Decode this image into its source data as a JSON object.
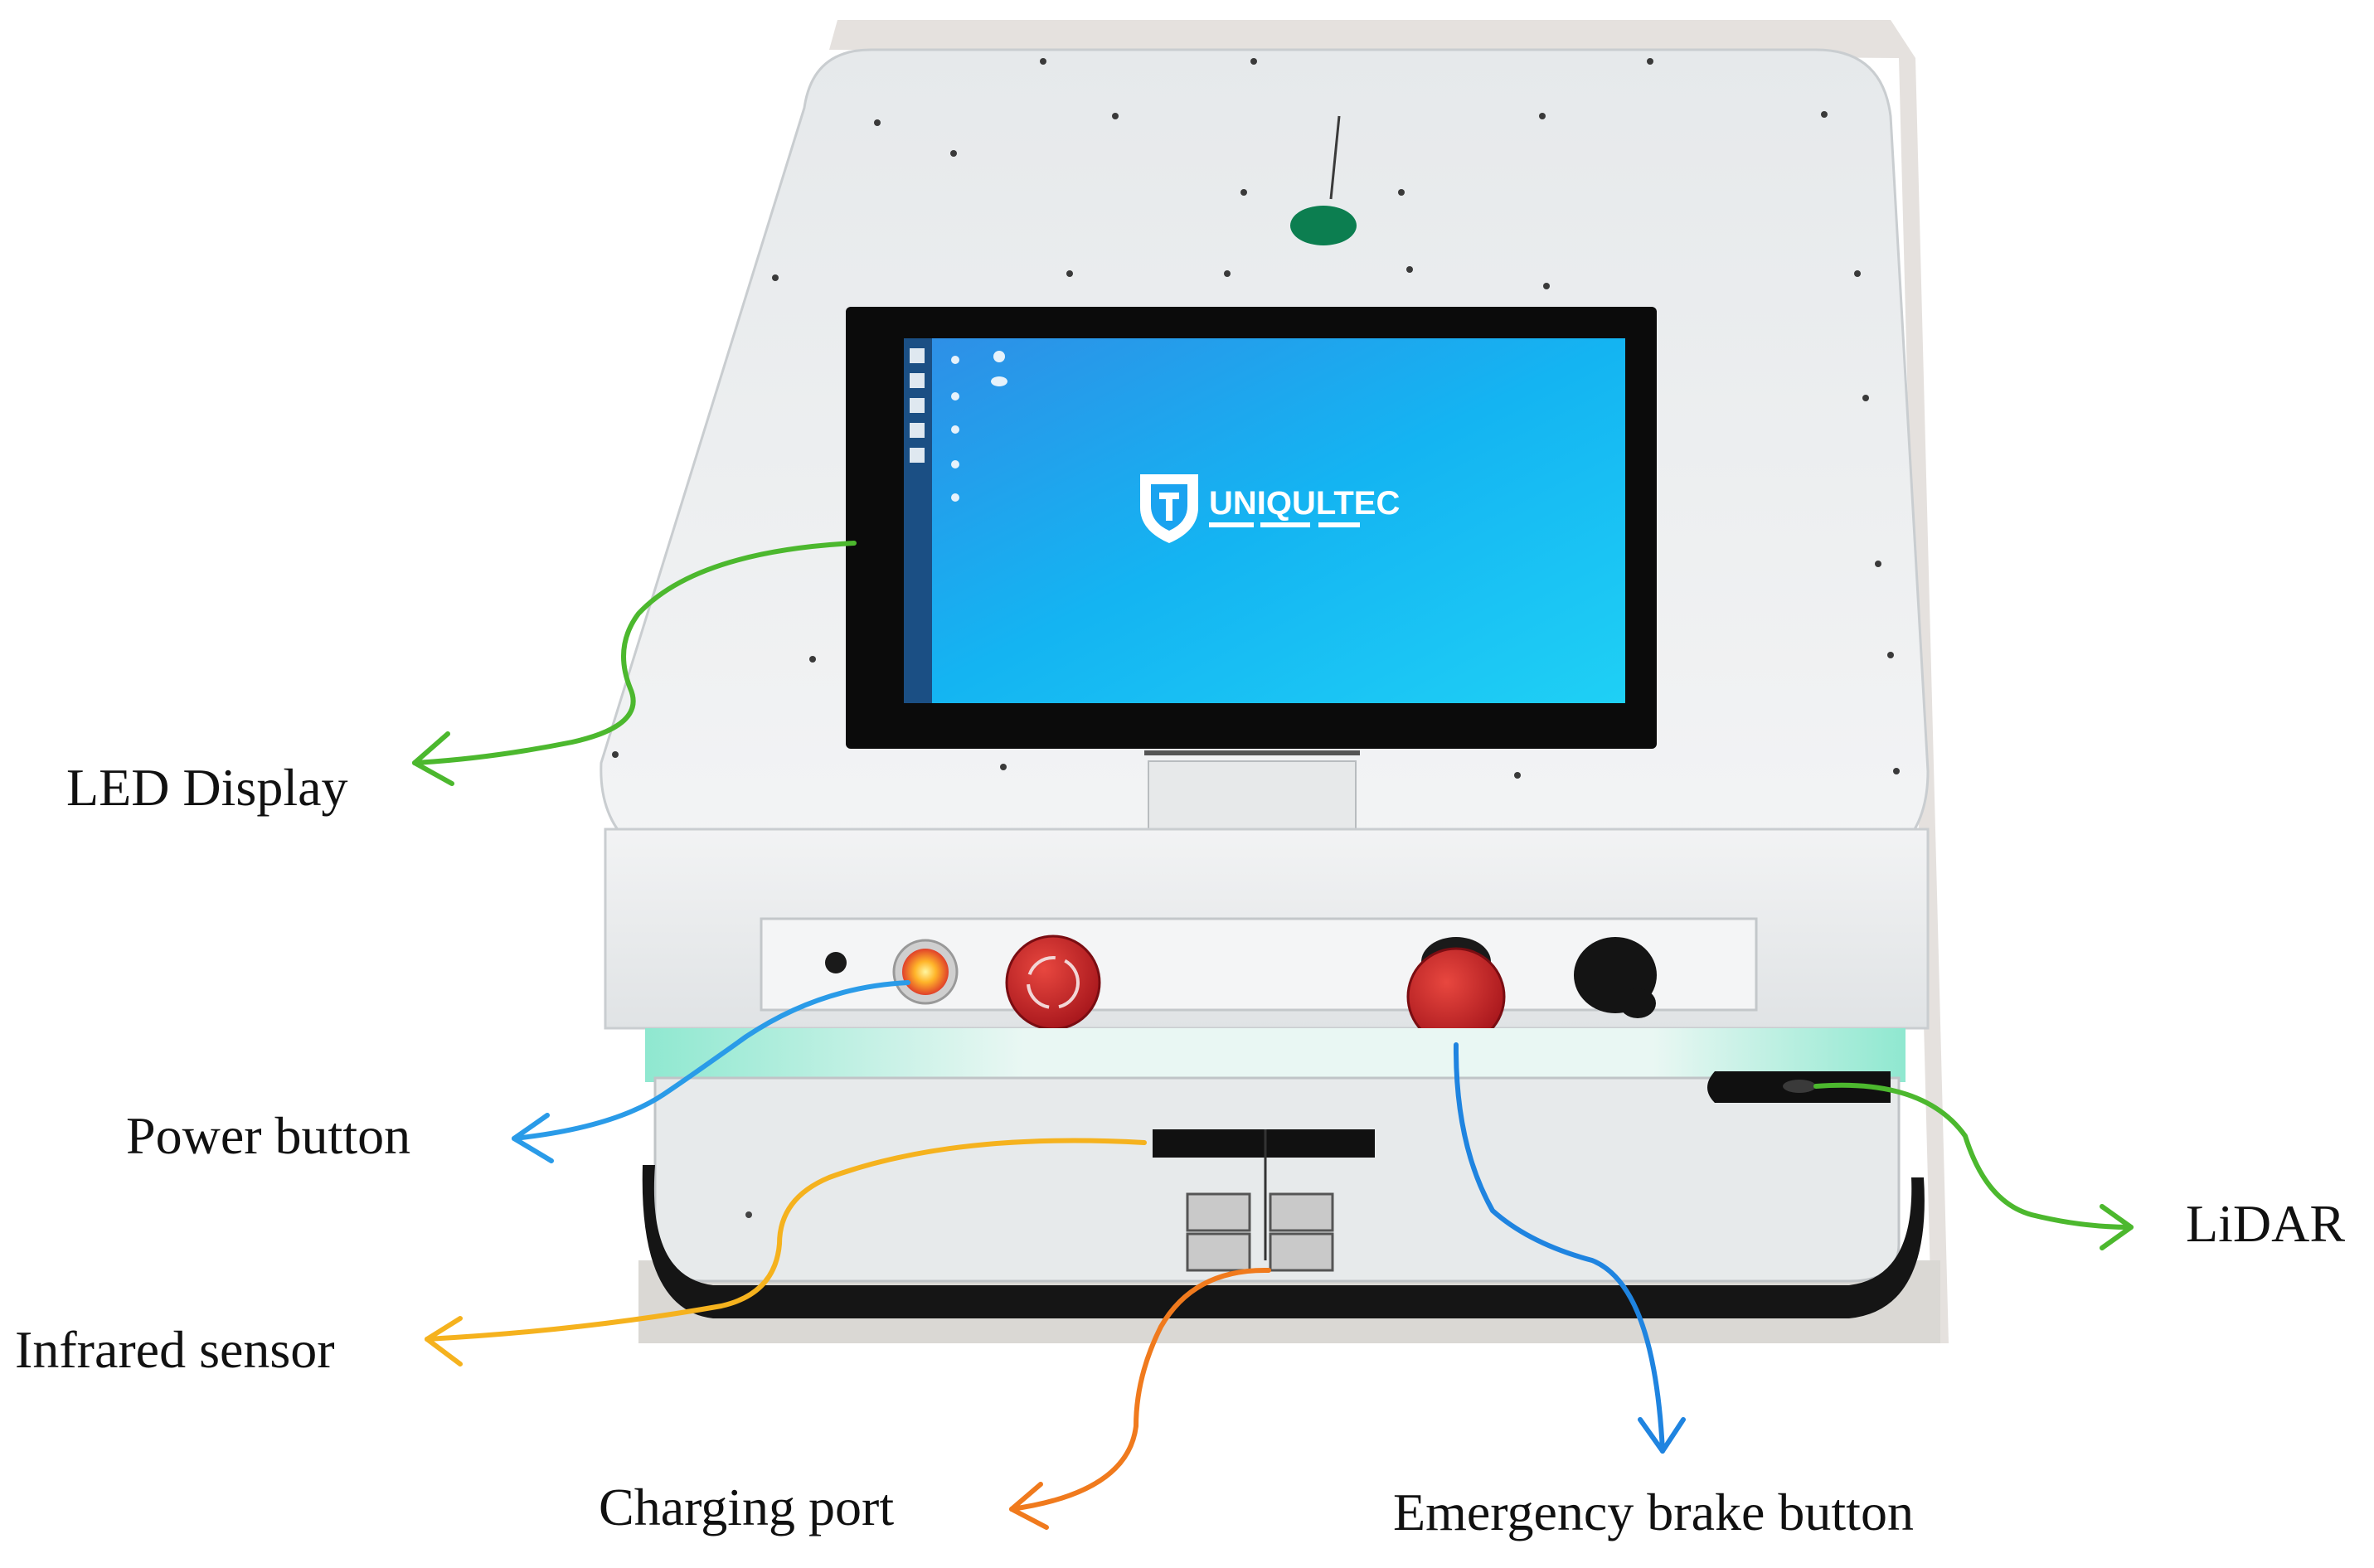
{
  "labels": {
    "led_display": "LED Display",
    "power_button": "Power button",
    "infrared_sensor": "Infrared sensor",
    "charging_port": "Charging port",
    "emergency_brake_button": "Emergency brake button",
    "lidar": "LiDAR"
  },
  "screen": {
    "logo_text": "UNIQULTEC"
  },
  "colors": {
    "led_display_arrow": "#4cb82e",
    "power_button_arrow": "#2a9be8",
    "infrared_sensor_arrow": "#f5b21e",
    "charging_port_arrow": "#f07a1d",
    "emergency_brake_arrow": "#1f84e0",
    "lidar_arrow": "#4cb82e",
    "screen_blue": "#1aa3f0",
    "body_white": "#eef0f1",
    "stop_red": "#c8262a"
  },
  "icons": {
    "logo": "shield-logo-icon",
    "power": "power-button-icon",
    "estop": "emergency-stop-icon"
  }
}
